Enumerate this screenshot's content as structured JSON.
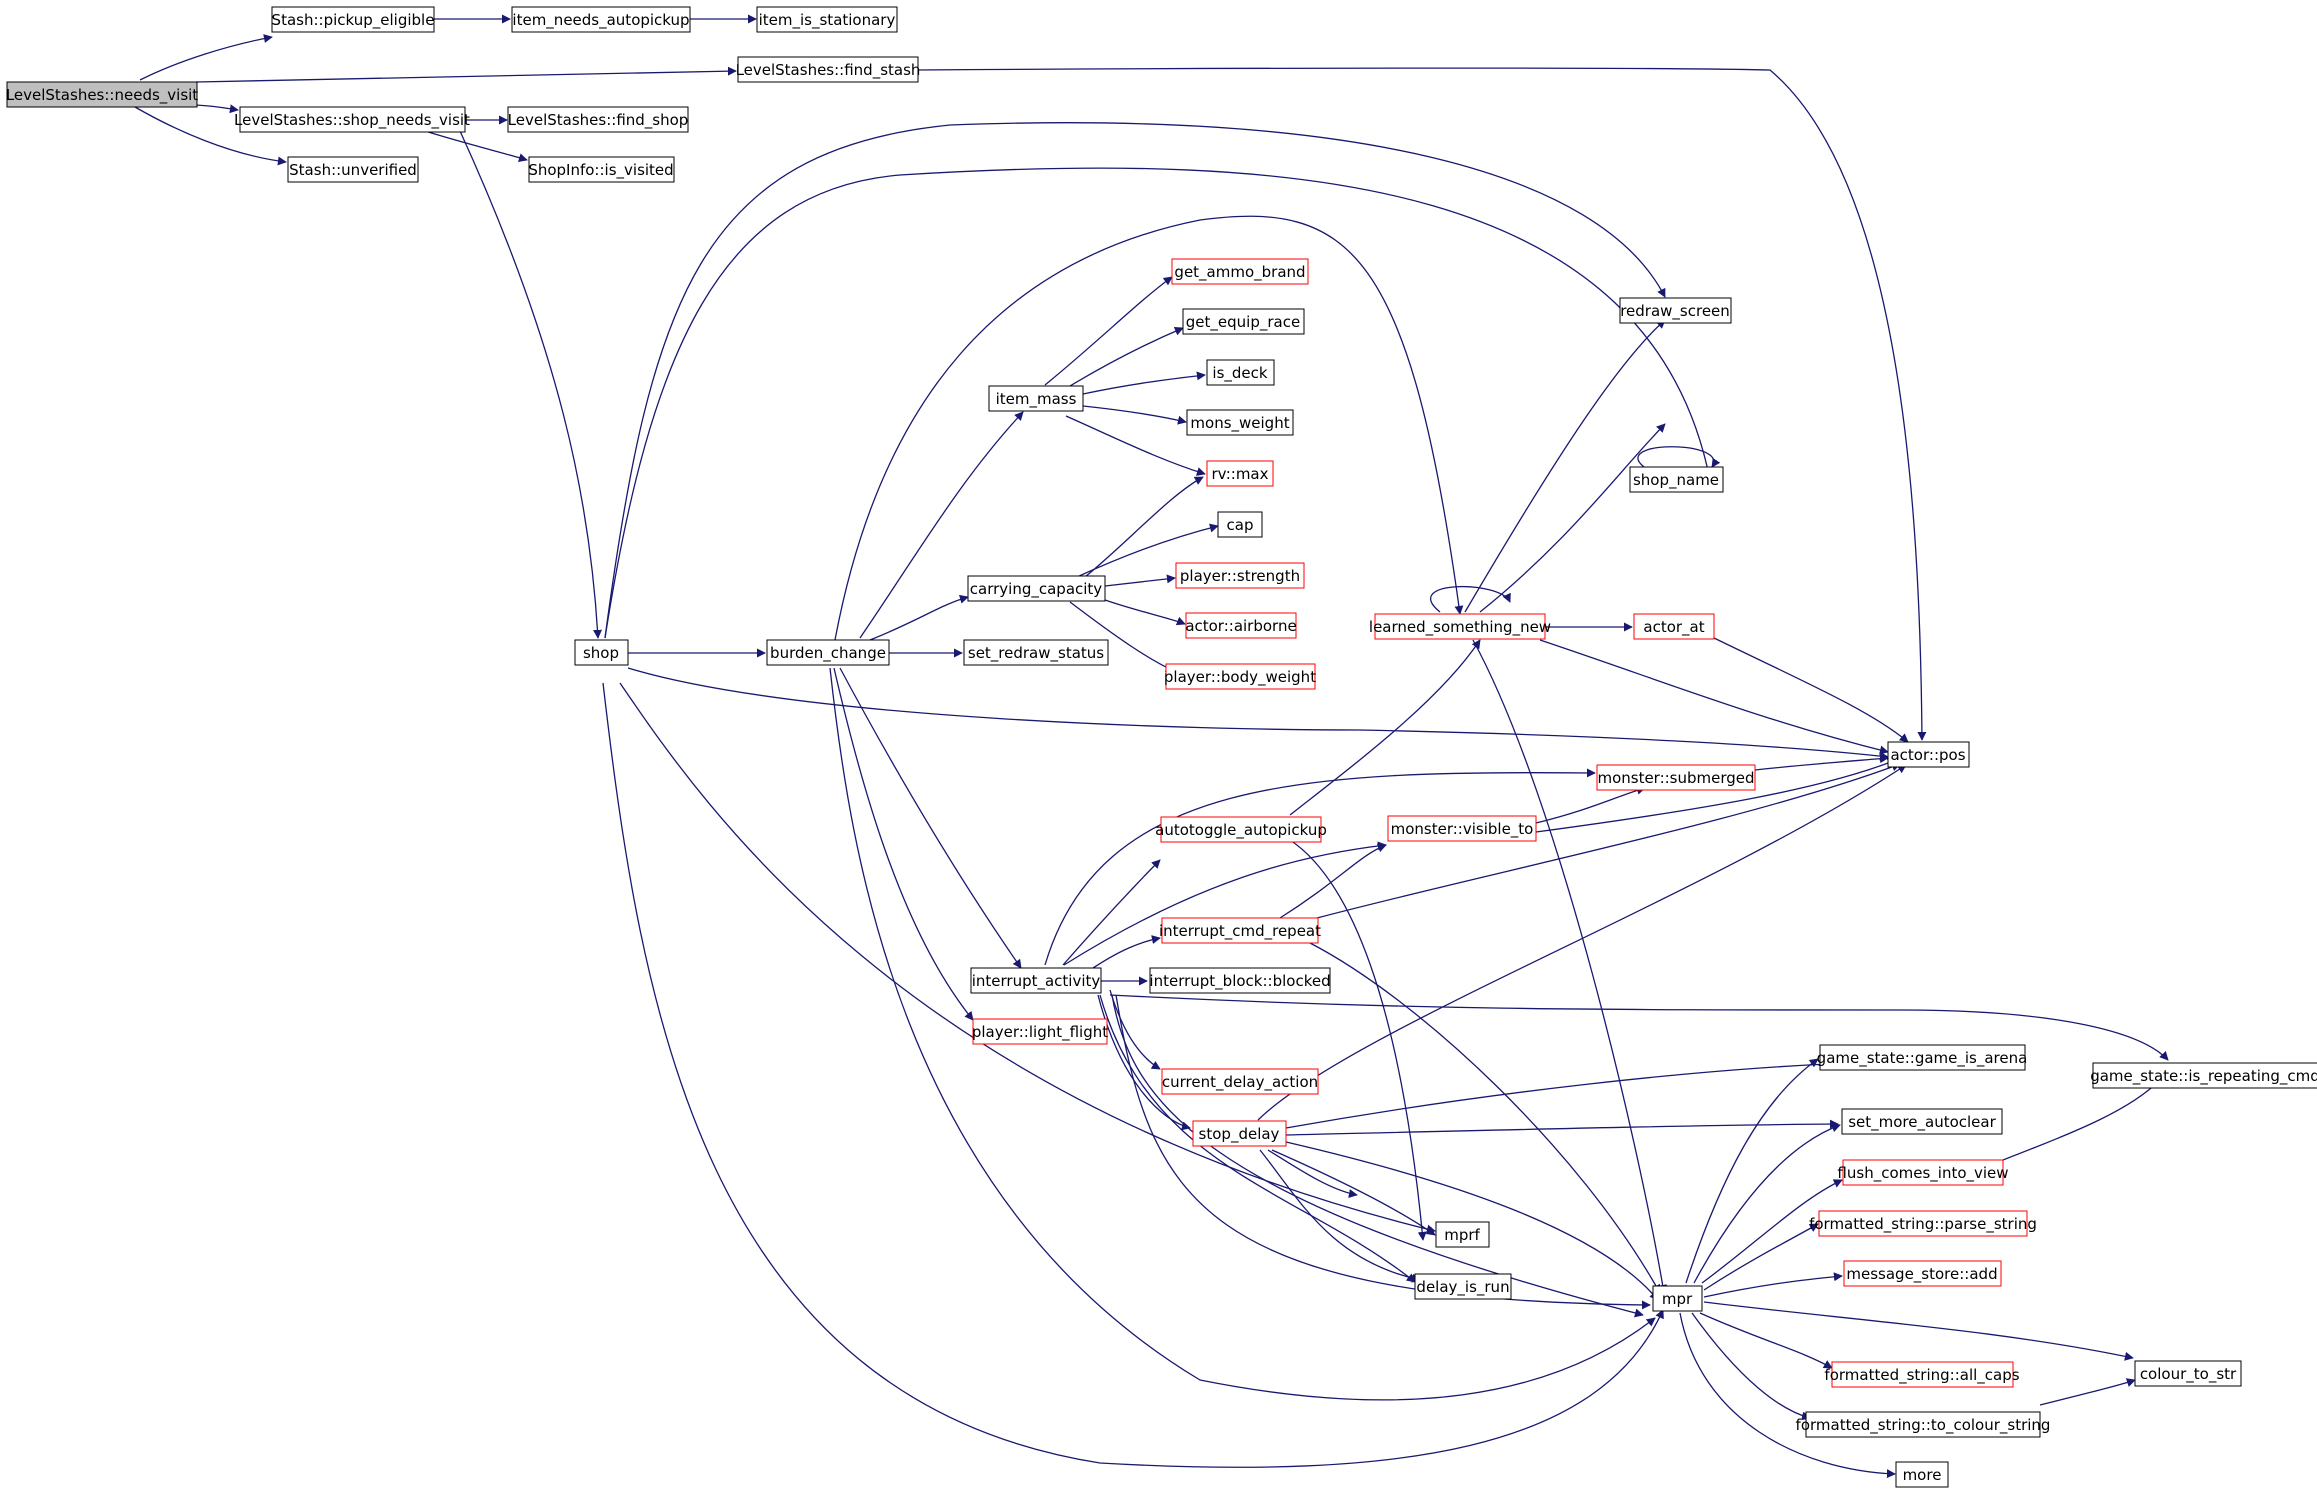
{
  "colors": {
    "edge": "#191970",
    "node_border": "#000000",
    "node_red_border": "#ff0000",
    "root_fill": "#bfbfbf"
  },
  "nodes": [
    {
      "id": "n0",
      "label": "LevelStashes::needs_visit",
      "style": "root"
    },
    {
      "id": "n1",
      "label": "Stash::pickup_eligible",
      "style": "black"
    },
    {
      "id": "n2",
      "label": "item_needs_autopickup",
      "style": "black"
    },
    {
      "id": "n3",
      "label": "item_is_stationary",
      "style": "black"
    },
    {
      "id": "n4",
      "label": "LevelStashes::find_stash",
      "style": "black"
    },
    {
      "id": "n5",
      "label": "LevelStashes::shop_needs_visit",
      "style": "black"
    },
    {
      "id": "n6",
      "label": "LevelStashes::find_shop",
      "style": "black"
    },
    {
      "id": "n7",
      "label": "ShopInfo::is_visited",
      "style": "black"
    },
    {
      "id": "n8",
      "label": "Stash::unverified",
      "style": "black"
    },
    {
      "id": "n9",
      "label": "shop",
      "style": "black"
    },
    {
      "id": "n10",
      "label": "burden_change",
      "style": "black"
    },
    {
      "id": "n11",
      "label": "set_redraw_status",
      "style": "black"
    },
    {
      "id": "n12",
      "label": "item_mass",
      "style": "black"
    },
    {
      "id": "n13",
      "label": "get_ammo_brand",
      "style": "red"
    },
    {
      "id": "n14",
      "label": "get_equip_race",
      "style": "black"
    },
    {
      "id": "n15",
      "label": "is_deck",
      "style": "black"
    },
    {
      "id": "n16",
      "label": "mons_weight",
      "style": "black"
    },
    {
      "id": "n17",
      "label": "rv::max",
      "style": "red"
    },
    {
      "id": "n18",
      "label": "carrying_capacity",
      "style": "black"
    },
    {
      "id": "n19",
      "label": "cap",
      "style": "black"
    },
    {
      "id": "n20",
      "label": "player::strength",
      "style": "red"
    },
    {
      "id": "n21",
      "label": "actor::airborne",
      "style": "red"
    },
    {
      "id": "n22",
      "label": "player::body_weight",
      "style": "red"
    },
    {
      "id": "n23",
      "label": "redraw_screen",
      "style": "black"
    },
    {
      "id": "n24",
      "label": "shop_name",
      "style": "black"
    },
    {
      "id": "n25",
      "label": "learned_something_new",
      "style": "red"
    },
    {
      "id": "n26",
      "label": "actor_at",
      "style": "red"
    },
    {
      "id": "n27",
      "label": "actor::pos",
      "style": "black"
    },
    {
      "id": "n28",
      "label": "monster::submerged",
      "style": "red"
    },
    {
      "id": "n29",
      "label": "autotoggle_autopickup",
      "style": "red"
    },
    {
      "id": "n30",
      "label": "monster::visible_to",
      "style": "red"
    },
    {
      "id": "n31",
      "label": "interrupt_cmd_repeat",
      "style": "red"
    },
    {
      "id": "n32",
      "label": "interrupt_activity",
      "style": "black"
    },
    {
      "id": "n33",
      "label": "interrupt_block::blocked",
      "style": "black"
    },
    {
      "id": "n34",
      "label": "player::light_flight",
      "style": "red"
    },
    {
      "id": "n35",
      "label": "current_delay_action",
      "style": "red"
    },
    {
      "id": "n36",
      "label": "stop_delay",
      "style": "red"
    },
    {
      "id": "n37",
      "label": "game_state::game_is_arena",
      "style": "black"
    },
    {
      "id": "n38",
      "label": "game_state::is_repeating_cmd",
      "style": "black"
    },
    {
      "id": "n39",
      "label": "set_more_autoclear",
      "style": "black"
    },
    {
      "id": "n40",
      "label": "flush_comes_into_view",
      "style": "red"
    },
    {
      "id": "n41",
      "label": "formatted_string::parse_string",
      "style": "red"
    },
    {
      "id": "n42",
      "label": "message_store::add",
      "style": "red"
    },
    {
      "id": "n43",
      "label": "mprf",
      "style": "black"
    },
    {
      "id": "n44",
      "label": "delay_is_run",
      "style": "black"
    },
    {
      "id": "n45",
      "label": "mpr",
      "style": "black"
    },
    {
      "id": "n46",
      "label": "formatted_string::all_caps",
      "style": "red"
    },
    {
      "id": "n47",
      "label": "colour_to_str",
      "style": "black"
    },
    {
      "id": "n48",
      "label": "formatted_string::to_colour_string",
      "style": "black"
    },
    {
      "id": "n49",
      "label": "more",
      "style": "black"
    }
  ]
}
